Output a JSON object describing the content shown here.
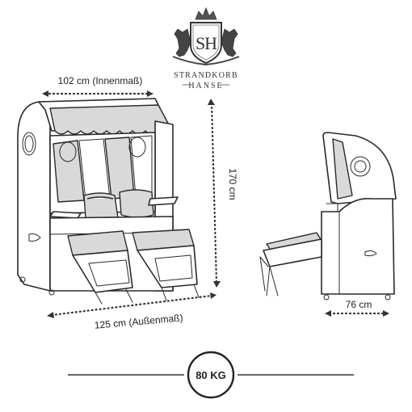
{
  "logo": {
    "monogram": "SH",
    "brand_line1": "STRANDKORB",
    "brand_line2": "HANSE"
  },
  "dimensions": {
    "inner_width": "102 cm (Innenmaß)",
    "height": "170 cm",
    "outer_width": "125 cm (Außenmaß)",
    "depth": "76 cm"
  },
  "weight": {
    "label": "80 KG"
  },
  "colors": {
    "line": "#2a2a2a",
    "shade": "#d9d9d9",
    "background": "#ffffff"
  }
}
